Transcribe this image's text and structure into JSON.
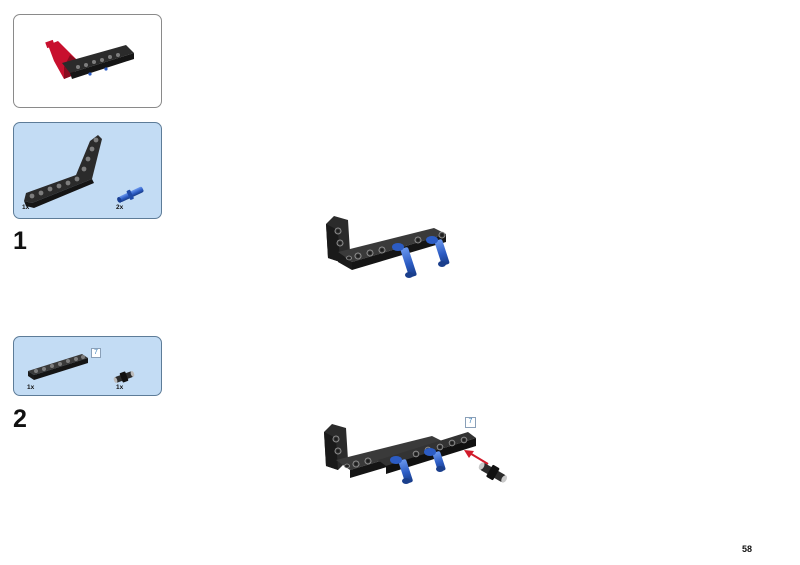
{
  "page_number": "58",
  "subassembly": {
    "icon": "subassembly-model-icon"
  },
  "steps": [
    {
      "number": "1",
      "parts": [
        {
          "qty": "1x",
          "icon": "bent-liftarm-icon"
        },
        {
          "qty": "2x",
          "icon": "blue-axle-pin-icon"
        }
      ]
    },
    {
      "number": "2",
      "parts": [
        {
          "qty": "1x",
          "icon": "straight-beam-7-icon",
          "length": "7"
        },
        {
          "qty": "1x",
          "icon": "black-axle-connector-icon"
        }
      ],
      "callout_length": "7"
    }
  ],
  "colors": {
    "parts_panel_bg": "#c3dcf4",
    "beam": "#2b2b2b",
    "pin_blue": "#2c5cc4",
    "accent_red": "#c8102e",
    "insert_arrow": "#d11a2a"
  }
}
